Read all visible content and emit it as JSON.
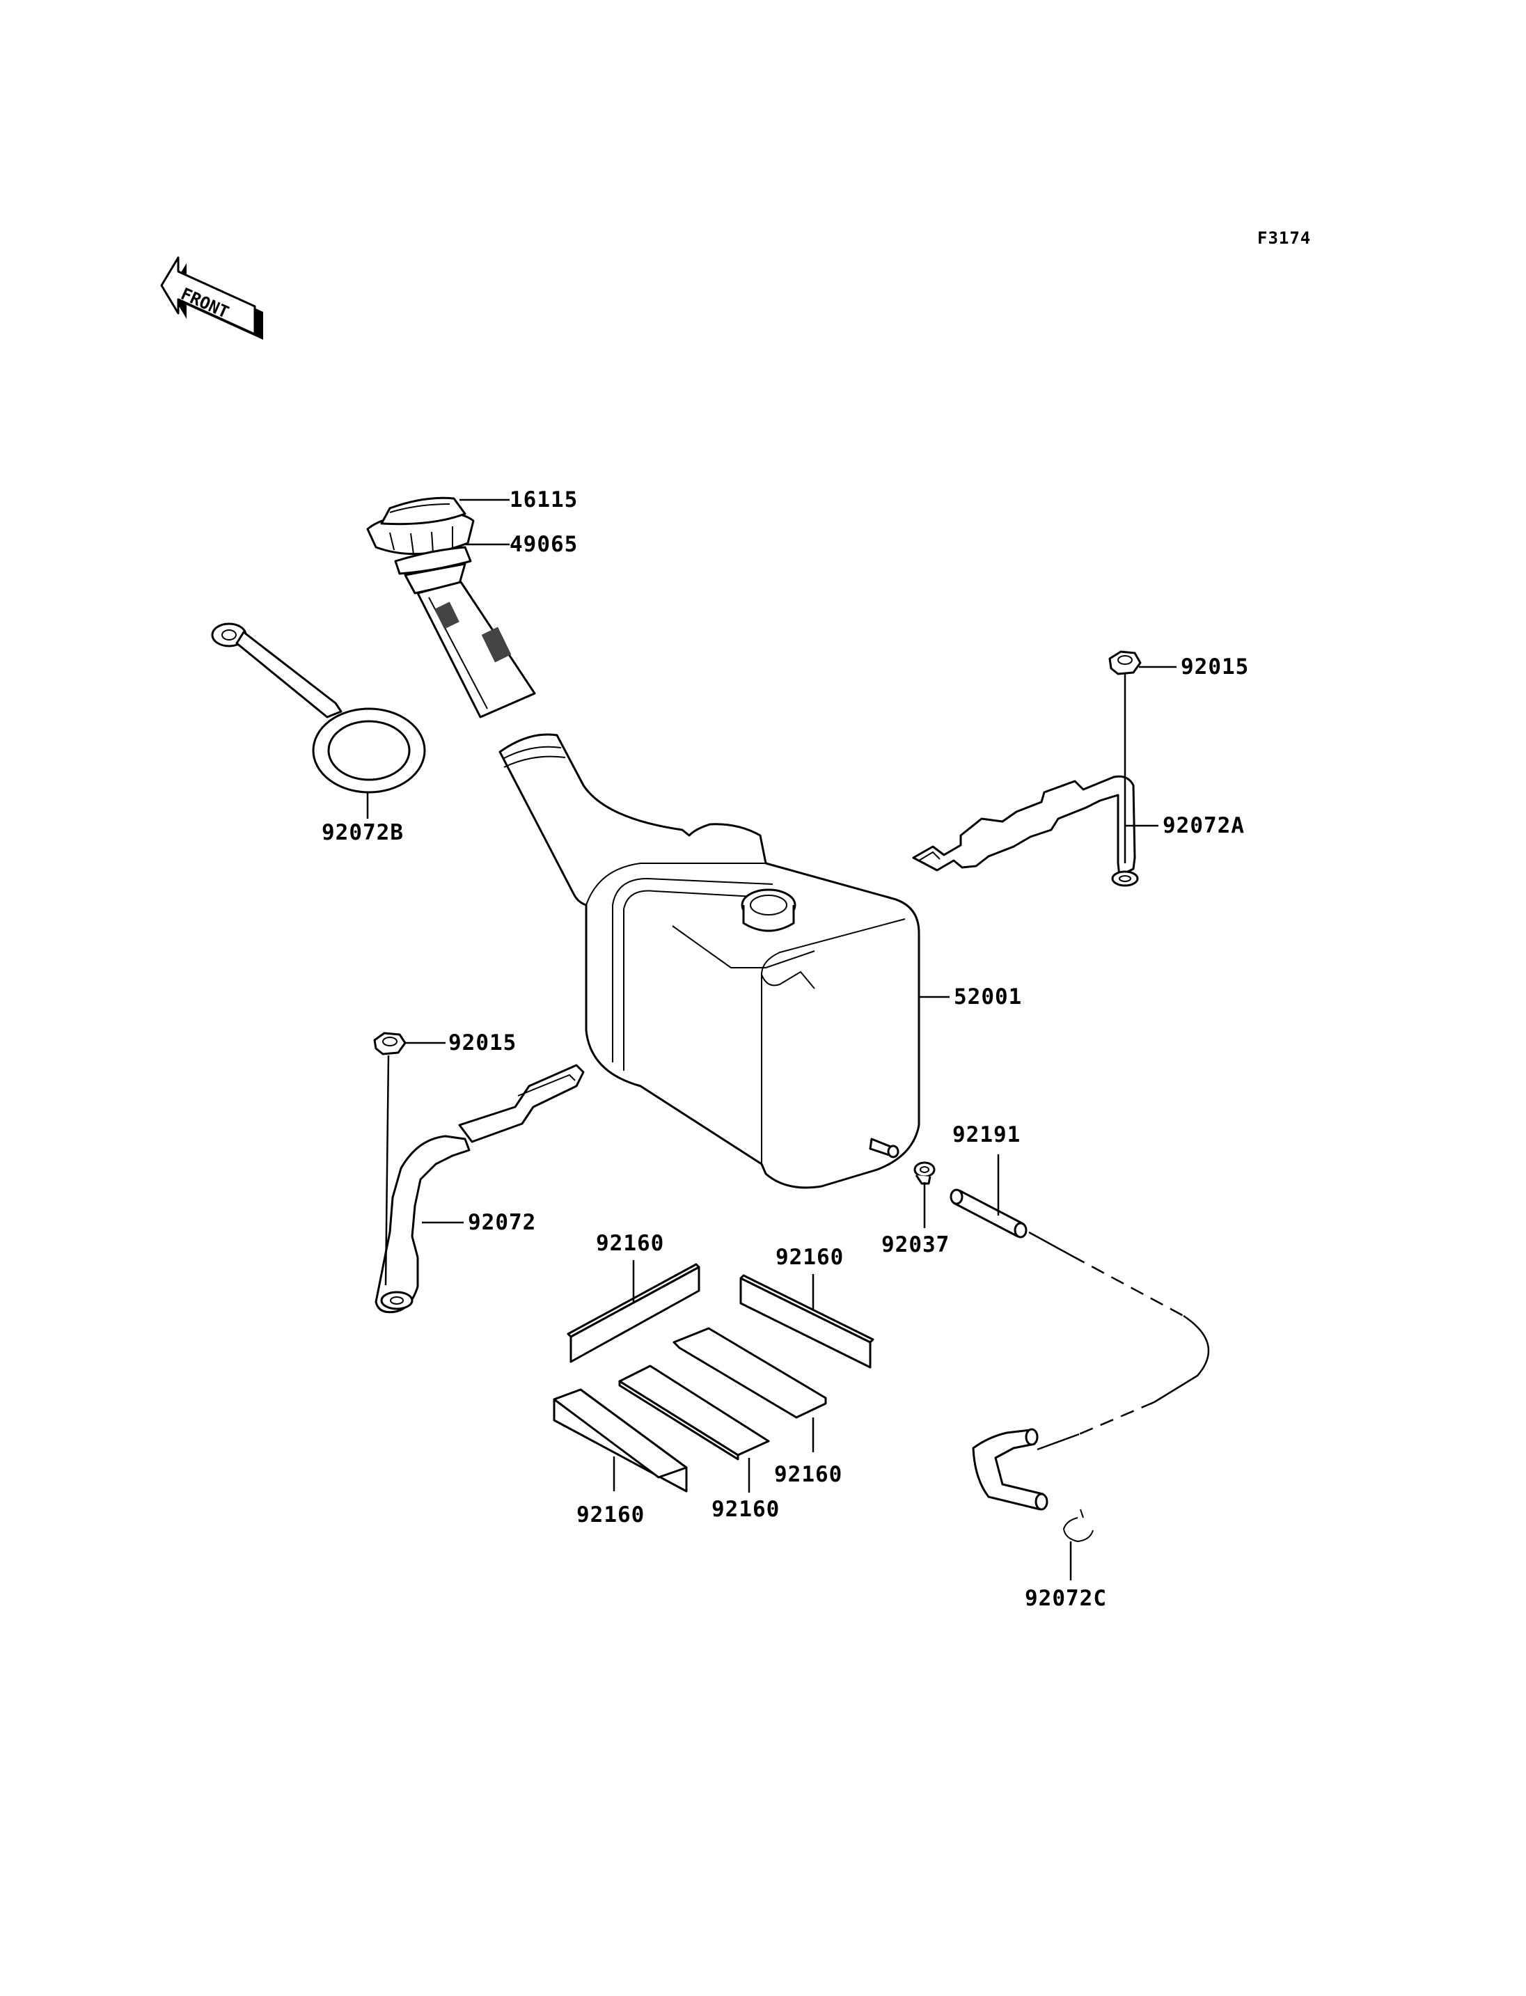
{
  "figure_code": "F3174",
  "front_label": "FRONT",
  "callouts": {
    "cap": "16115",
    "filter": "49065",
    "strap_b": "92072B",
    "nut_right": "92015",
    "strap_a": "92072A",
    "tank": "52001",
    "nut_left": "92015",
    "strap": "92072",
    "hose": "92191",
    "clamp": "92037",
    "pad_top_left": "92160",
    "pad_top_right": "92160",
    "pad_mid_right": "92160",
    "pad_bottom_left": "92160",
    "pad_bottom_mid": "92160",
    "clip": "92072C"
  }
}
